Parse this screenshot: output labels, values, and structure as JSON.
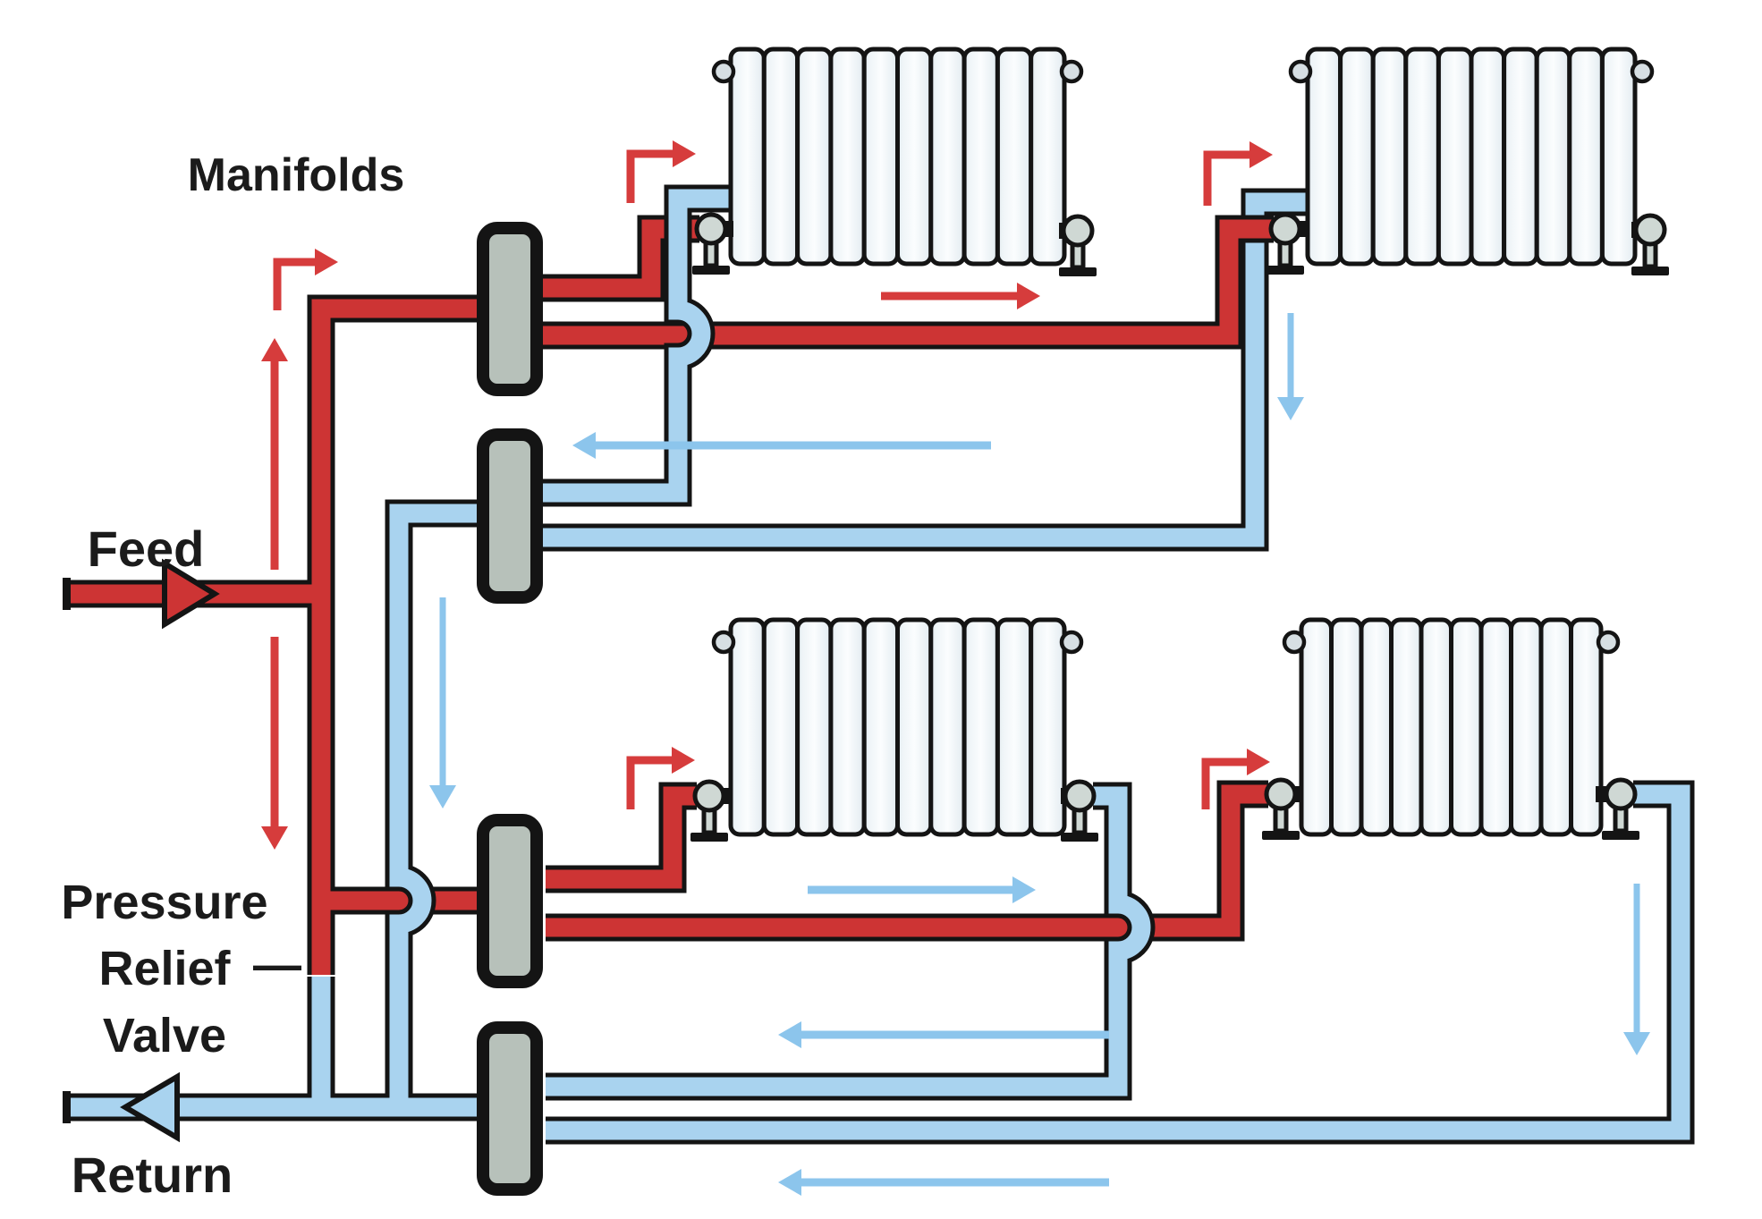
{
  "diagram": {
    "labels": {
      "manifolds": "Manifolds",
      "feed": "Feed",
      "pressure_relief_line1": "Pressure",
      "pressure_relief_line2": "Relief",
      "pressure_relief_dash": "—",
      "pressure_relief_line3": "Valve",
      "return": "Return"
    },
    "colors": {
      "background": "#ffffff",
      "outline": "#141414",
      "feed_pipe": "#cd3434",
      "return_pipe": "#a9d3ef",
      "flow_arrow_red": "#d63c3c",
      "flow_arrow_blue": "#8cc5ec",
      "manifold_fill": "#b7c1ba",
      "radiator_shade": "#dfe8ee",
      "radiator_light": "#fbfdfe",
      "valve_fill": "#cfd8d4"
    },
    "components": {
      "manifolds": [
        {
          "id": "manifold-feed-upper"
        },
        {
          "id": "manifold-return-upper"
        },
        {
          "id": "manifold-feed-lower"
        },
        {
          "id": "manifold-return-lower"
        }
      ],
      "radiators": [
        {
          "id": "radiator-top-left",
          "sections": 10
        },
        {
          "id": "radiator-top-right",
          "sections": 10
        },
        {
          "id": "radiator-bottom-left",
          "sections": 10
        },
        {
          "id": "radiator-bottom-right",
          "sections": 10
        }
      ],
      "valve_count": 8,
      "flow_direction_feed": "up-and-right from Feed inlet through manifolds to radiator inlet valves",
      "flow_direction_return": "down-and-left from radiators through manifolds to Return outlet"
    }
  }
}
